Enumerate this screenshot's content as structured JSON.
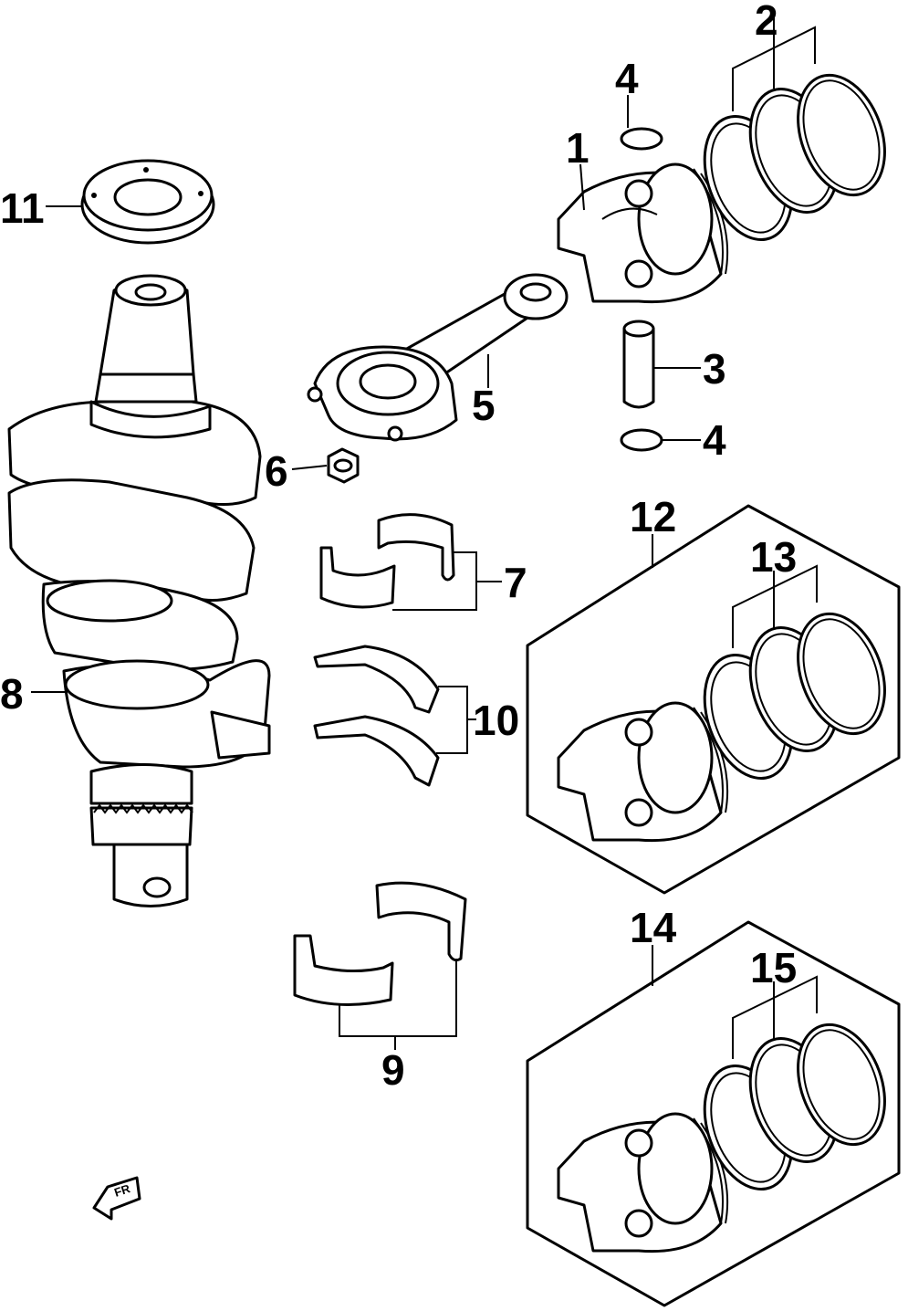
{
  "callouts": {
    "c1": "1",
    "c2": "2",
    "c3": "3",
    "c4a": "4",
    "c4b": "4",
    "c5": "5",
    "c6": "6",
    "c7": "7",
    "c8": "8",
    "c9": "9",
    "c10": "10",
    "c11": "11",
    "c12": "12",
    "c13": "13",
    "c14": "14",
    "c15": "15"
  },
  "front_marker": "FR"
}
